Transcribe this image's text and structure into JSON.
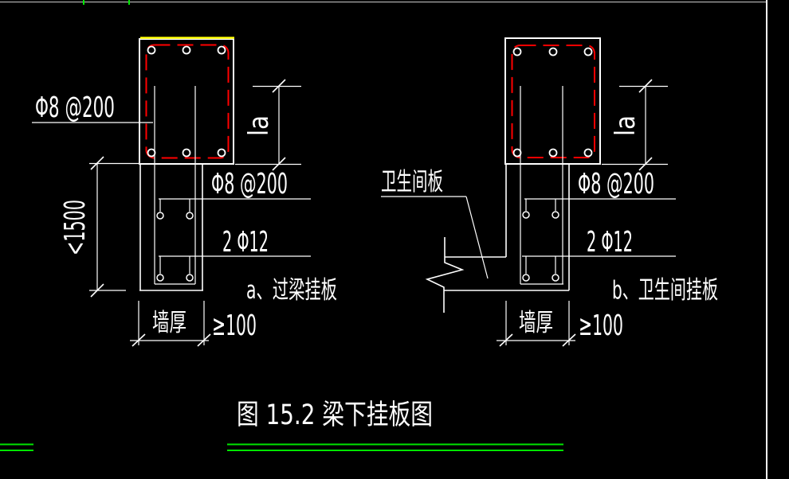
{
  "drawing": {
    "title": "图 15.2  梁下挂板图",
    "colors": {
      "background": "#000000",
      "line_white": "#ffffff",
      "stirrup_red": "#ff0000",
      "beam_top_yellow": "#ffff00",
      "green": "#00e600",
      "frame_gray": "#9a9a9a"
    },
    "detail_a": {
      "caption": "a、过梁挂板",
      "stirrup_label": "Φ8 @200",
      "horizontal_bars_label": "Φ8 @200",
      "bottom_bars_label": "2 Φ12",
      "anchorage_dim": "la",
      "height_dim": "<1500",
      "wall_thickness_dim": "墙厚",
      "min_width_dim": "≥100"
    },
    "detail_b": {
      "caption": "b、卫生间挂板",
      "slab_label": "卫生间板",
      "horizontal_bars_label": "Φ8 @200",
      "bottom_bars_label": "2 Φ12",
      "anchorage_dim": "la",
      "wall_thickness_dim": "墙厚",
      "min_width_dim": "≥100"
    }
  }
}
